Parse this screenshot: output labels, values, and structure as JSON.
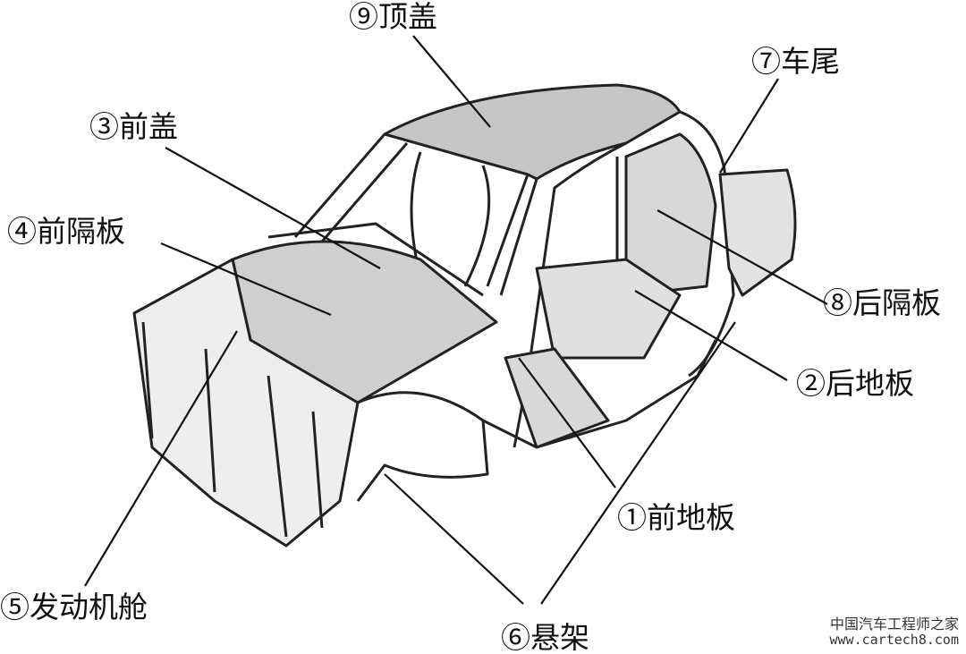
{
  "labels": {
    "roof": "⑨顶盖",
    "tail": "⑦车尾",
    "hood": "③前盖",
    "front_bulkhead": "④前隔板",
    "rear_bulkhead": "⑧后隔板",
    "rear_floor": "②后地板",
    "front_floor": "①前地板",
    "engine_bay": "⑤发动机舱",
    "suspension": "⑥悬架"
  },
  "watermark": {
    "name": "中国汽车工程师之家",
    "url": "www.cartech8.com"
  },
  "colors": {
    "panel": "#c9c9c9",
    "panel_light": "#dedede",
    "stroke": "#222222"
  }
}
